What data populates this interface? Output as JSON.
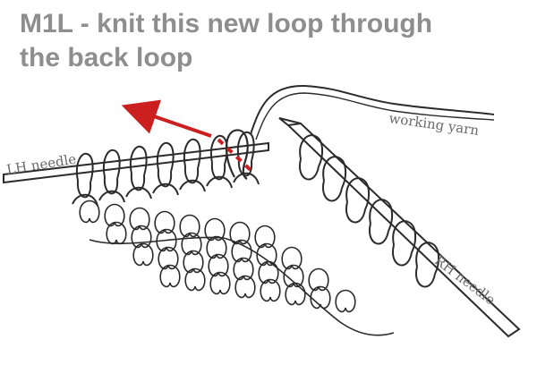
{
  "title": {
    "line1": "M1L - knit this new loop through",
    "line2": "the back loop"
  },
  "labels": {
    "lh_needle": "LH needle",
    "working_yarn": "working yarn",
    "rh_needle": "RH needle"
  },
  "colors": {
    "title": "#8e8e8e",
    "arrow": "#cc1f1f",
    "ink": "#2b2b2b",
    "label": "#6a6a6a"
  },
  "arrow": {
    "direction": "up-left",
    "style": "solid-then-dashed"
  }
}
